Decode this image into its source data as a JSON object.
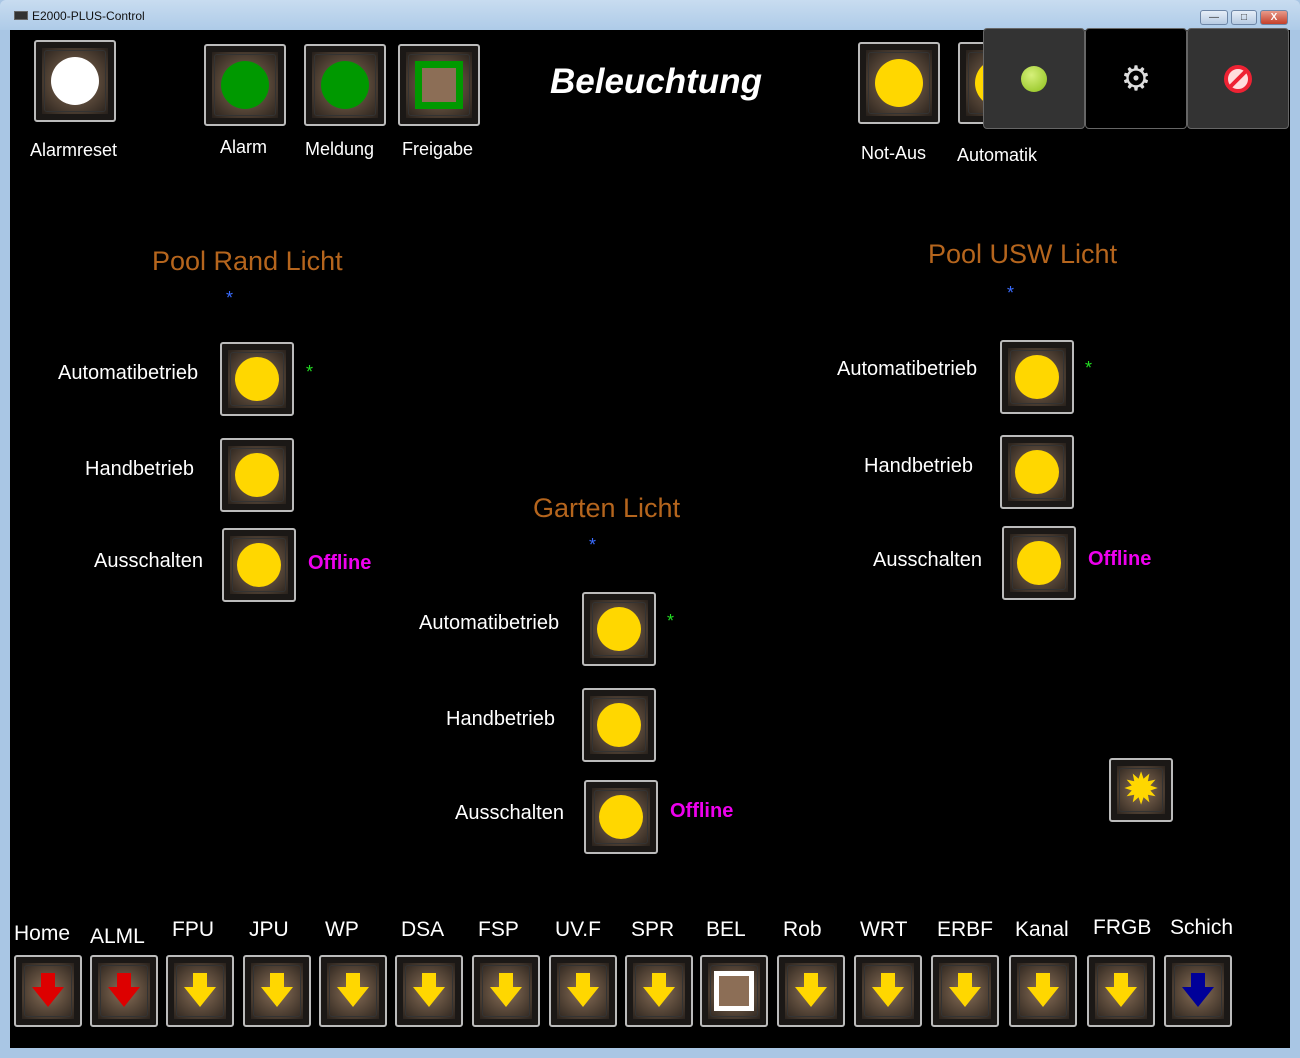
{
  "window": {
    "title": "E2000-PLUS-Control",
    "minimize": "—",
    "maximize": "□",
    "close": "X"
  },
  "header": {
    "title": "Beleuchtung",
    "indicators": [
      {
        "label": "Alarmreset",
        "lamp": "circle",
        "color": "#ffffff"
      },
      {
        "label": "Alarm",
        "lamp": "circle",
        "color": "#009900"
      },
      {
        "label": "Meldung",
        "lamp": "circle",
        "color": "#009900"
      },
      {
        "label": "Freigabe",
        "lamp": "square",
        "color": "#009900"
      },
      {
        "label": "Not-Aus",
        "lamp": "circle",
        "color": "#ffd700"
      },
      {
        "label": "Automatik",
        "lamp": "circle",
        "color": "#ffd700"
      }
    ]
  },
  "overlay": {
    "items": [
      {
        "icon": "green-dot-icon"
      },
      {
        "icon": "gear-icon"
      },
      {
        "icon": "forbidden-icon"
      }
    ]
  },
  "sections": [
    {
      "title": "Pool Rand Licht",
      "marker": "*",
      "rows": [
        {
          "label": "Automatibetrieb",
          "marker": "*"
        },
        {
          "label": "Handbetrieb"
        },
        {
          "label": "Ausschalten",
          "status": "Offline"
        }
      ]
    },
    {
      "title": "Garten Licht",
      "marker": "*",
      "rows": [
        {
          "label": "Automatibetrieb",
          "marker": "*"
        },
        {
          "label": "Handbetrieb"
        },
        {
          "label": "Ausschalten",
          "status": "Offline"
        }
      ]
    },
    {
      "title": "Pool USW Licht",
      "marker": "*",
      "rows": [
        {
          "label": "Automatibetrieb",
          "marker": "*"
        },
        {
          "label": "Handbetrieb"
        },
        {
          "label": "Ausschalten",
          "status": "Offline"
        }
      ]
    }
  ],
  "sun_button": {
    "icon": "sun-icon"
  },
  "nav": [
    {
      "label": "Home",
      "color": "#dd0000"
    },
    {
      "label": "ALML",
      "color": "#dd0000"
    },
    {
      "label": "FPU",
      "color": "#ffd700"
    },
    {
      "label": "JPU",
      "color": "#ffd700"
    },
    {
      "label": "WP",
      "color": "#ffd700"
    },
    {
      "label": "DSA",
      "color": "#ffd700"
    },
    {
      "label": "FSP",
      "color": "#ffd700"
    },
    {
      "label": "UV.F",
      "color": "#ffd700"
    },
    {
      "label": "SPR",
      "color": "#ffd700"
    },
    {
      "label": "BEL",
      "color": "active"
    },
    {
      "label": "Rob",
      "color": "#ffd700"
    },
    {
      "label": "WRT",
      "color": "#ffd700"
    },
    {
      "label": "ERBF",
      "color": "#ffd700"
    },
    {
      "label": "Kanal",
      "color": "#ffd700"
    },
    {
      "label": "FRGB",
      "color": "#ffd700"
    },
    {
      "label": "Schich",
      "color": "#000099"
    }
  ]
}
